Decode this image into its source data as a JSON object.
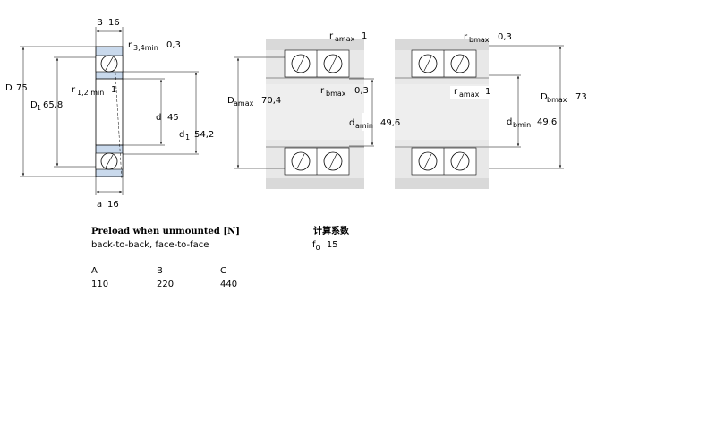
{
  "dims": {
    "B": "B",
    "B_val": "16",
    "r34_sym": "r",
    "r34_sub": "3,4min",
    "r34_val": "0,3",
    "D": "D",
    "D_val": "75",
    "D1_sym": "D",
    "D1_sub": "1",
    "D1_val": "65,8",
    "r12_sym": "r",
    "r12_sub": "1,2 min",
    "r12_val": "1",
    "d": "d",
    "d_val": "45",
    "d1_sym": "d",
    "d1_sub": "1",
    "d1_val": "54,2",
    "a": "a",
    "a_val": "16"
  },
  "abutment": {
    "ra_top_sym": "r",
    "ra_top_sub": "amax",
    "ra_top_val": "1",
    "rb_top_sym": "r",
    "rb_top_sub": "bmax",
    "rb_top_val": "0,3",
    "Da_sym": "D",
    "Da_sub": "amax",
    "Da_val": "70,4",
    "rb_mid_sym": "r",
    "rb_mid_sub": "bmax",
    "rb_mid_val": "0,3",
    "da_sym": "d",
    "da_sub": "amin",
    "da_val": "49,6",
    "ra_mid_sym": "r",
    "ra_mid_sub": "amax",
    "ra_mid_val": "1",
    "db_sym": "d",
    "db_sub": "bmin",
    "db_val": "49,6",
    "Db_sym": "D",
    "Db_sub": "bmax",
    "Db_val": "73"
  },
  "preload": {
    "title": "Preload when unmounted [N]",
    "arrangement": "back-to-back, face-to-face",
    "headers": [
      "A",
      "B",
      "C"
    ],
    "values": [
      "110",
      "220",
      "440"
    ]
  },
  "factor": {
    "title": "计算系数",
    "sym": "f",
    "sub": "0",
    "val": "15"
  },
  "colors": {
    "housing": "#d9d9d9",
    "ring_blue": "#c9d9ec",
    "line": "#000000"
  }
}
